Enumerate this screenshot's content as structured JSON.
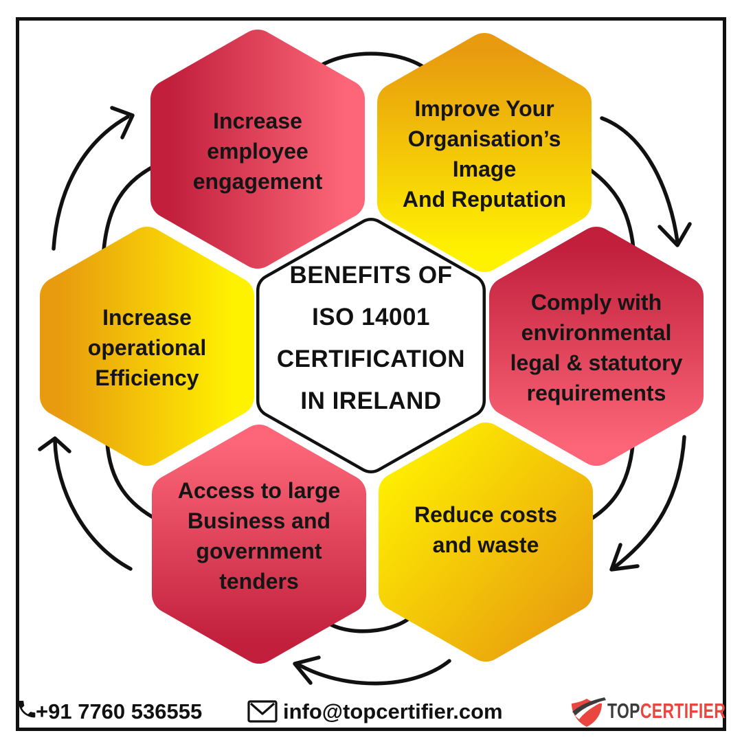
{
  "title_hexagon": {
    "text": "BENEFITS OF\nISO 14001\nCERTIFICATION\nIN IRELAND"
  },
  "hexagons": [
    {
      "id": "top-left",
      "label": "Increase\nemployee\nengagement"
    },
    {
      "id": "top-right",
      "label": "Improve Your\nOrganisation’s\nImage\nAnd Reputation"
    },
    {
      "id": "left",
      "label": "Increase\noperational\nEfficiency"
    },
    {
      "id": "right",
      "label": "Comply with\nenvironmental\nlegal & statutory\nrequirements"
    },
    {
      "id": "bottom-left",
      "label": "Access to large\nBusiness and\ngovernment\ntenders"
    },
    {
      "id": "bottom-right",
      "label": "Reduce costs\nand waste"
    }
  ],
  "footer": {
    "phone": "+91 7760 536555",
    "email": "info@topcertifier.com",
    "logo_top": "TOP",
    "logo_certifier": "CERTIFIER"
  },
  "colors": {
    "red_dark": "#c11f3c",
    "red_light": "#fc6678",
    "orange": "#e89b0f",
    "yellow": "#fff200",
    "ink": "#111111",
    "logo_gray": "#3b3b3c",
    "logo_red": "#e8463f"
  }
}
